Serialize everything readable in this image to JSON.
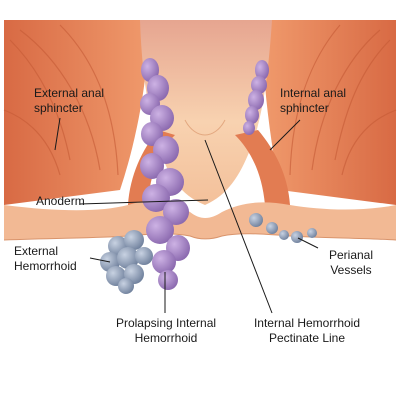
{
  "labels": {
    "external_anal_sphincter": [
      "External anal",
      "sphincter"
    ],
    "internal_anal_sphincter": [
      "Internal anal",
      "sphincter"
    ],
    "anoderm": [
      "Anoderm"
    ],
    "external_hemorrhoid": [
      "External",
      "Hemorrhoid"
    ],
    "perianal_vessels": [
      "Perianal",
      "Vessels"
    ],
    "prolapsing_internal_hemorrhoid": [
      "Prolapsing Internal",
      "Hemorrhoid"
    ],
    "internal_hemorrhoid_pectinate_line": [
      "Internal Hemorrhoid",
      "Pectinate Line"
    ]
  },
  "colors": {
    "muscle": "#e8845a",
    "muscle_dark": "#c8623c",
    "canal": "#f6c7a0",
    "skin": "#f0b590",
    "hemorrhoid": "#a985c8",
    "hemorrhoid_dark": "#7a5a9e",
    "external_vessel": "#8a9cb8",
    "leader_line": "#1a1a1a"
  }
}
